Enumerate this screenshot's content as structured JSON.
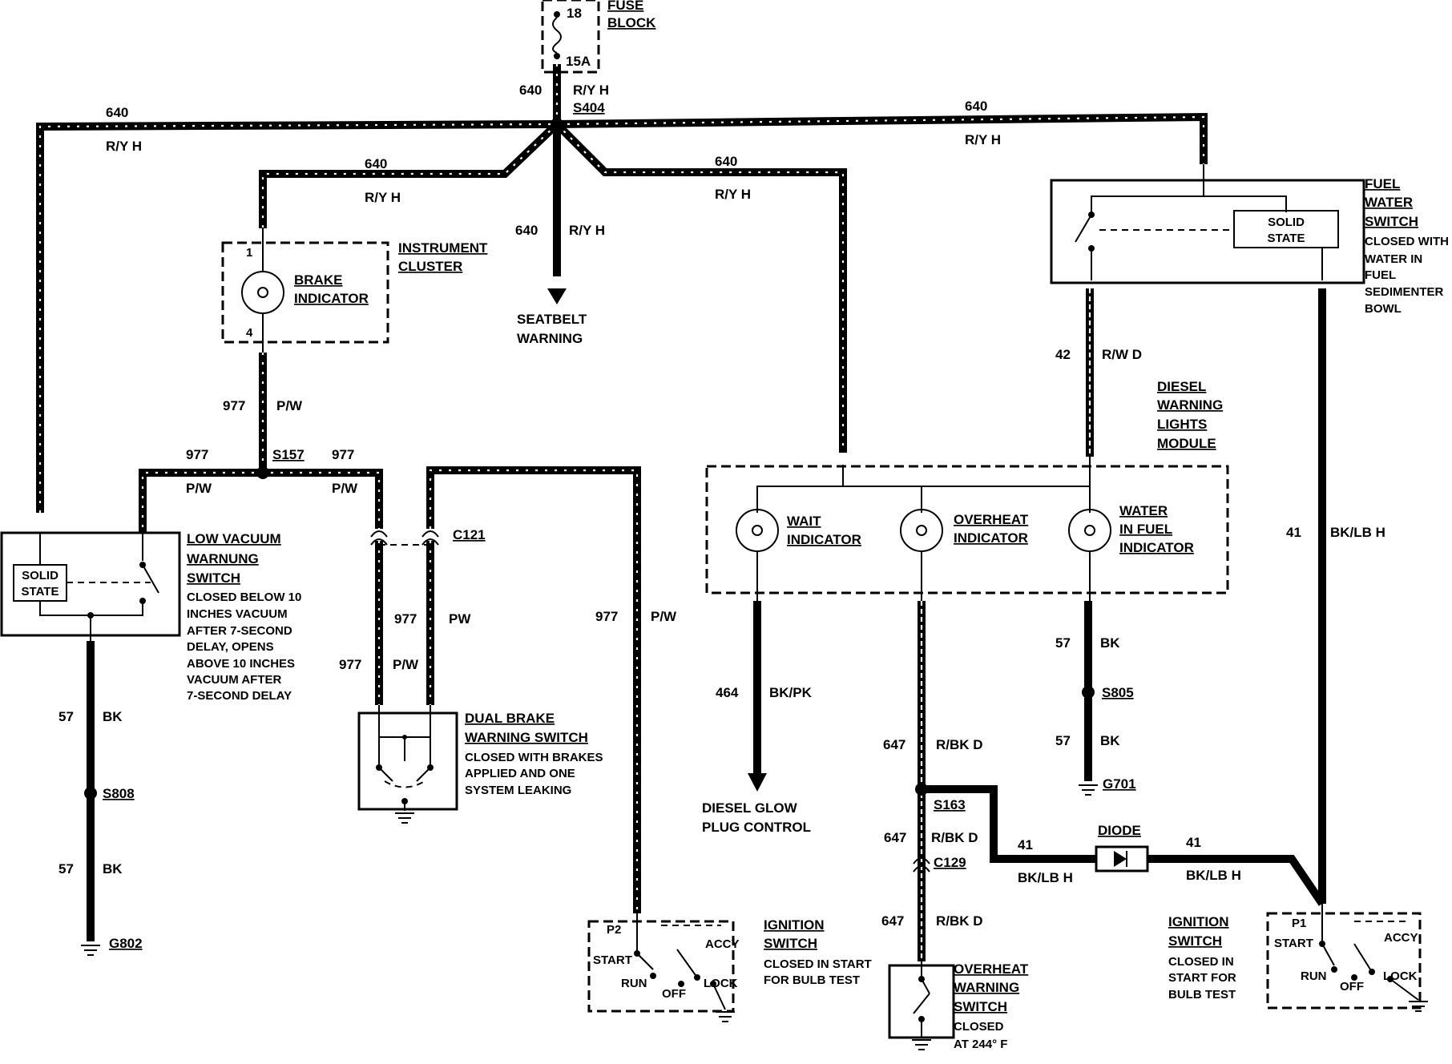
{
  "fuse_block": {
    "label1": "FUSE",
    "label2": "BLOCK",
    "fuse_no": "18",
    "rating": "15A"
  },
  "splices": {
    "s404": "S404",
    "s157": "S157",
    "s808": "S808",
    "s805": "S805",
    "s163": "S163"
  },
  "connectors": {
    "c121": "C121",
    "c129": "C129"
  },
  "grounds": {
    "g802": "G802",
    "g701": "G701"
  },
  "circuits": {
    "c640": "640",
    "ry_h": "R/Y H",
    "c977": "977",
    "pw": "P/W",
    "pw_alt": "PW",
    "c57": "57",
    "bk": "BK",
    "c42": "42",
    "rw_d": "R/W D",
    "c41": "41",
    "bklb_h": "BK/LB H",
    "bklb_h_alt": "BK/LB H",
    "c464": "464",
    "bkpk": "BK/PK",
    "c647": "647",
    "rbk_d": "R/BK D"
  },
  "instrument_cluster": {
    "line1": "INSTRUMENT",
    "line2": "CLUSTER",
    "ind1": "BRAKE",
    "ind2": "INDICATOR",
    "pin1": "1",
    "pin4": "4"
  },
  "seatbelt": {
    "line1": "SEATBELT",
    "line2": "WARNING"
  },
  "glow_plug": {
    "line1": "DIESEL GLOW",
    "line2": "PLUG CONTROL"
  },
  "fuel_water": {
    "title": [
      "FUEL",
      "WATER",
      "SWITCH"
    ],
    "note": [
      "CLOSED WITH",
      "WATER IN",
      "FUEL",
      "SEDIMENTER",
      "BOWL"
    ],
    "solid_state": [
      "SOLID",
      "STATE"
    ]
  },
  "diesel_module": {
    "title": [
      "DIESEL",
      "WARNING",
      "LIGHTS",
      "MODULE"
    ],
    "wait": [
      "WAIT",
      "INDICATOR"
    ],
    "overheat": [
      "OVERHEAT",
      "INDICATOR"
    ],
    "water": [
      "WATER",
      "IN FUEL",
      "INDICATOR"
    ]
  },
  "low_vacuum": {
    "title": [
      "LOW VACUUM",
      "WARNUNG",
      "SWITCH"
    ],
    "note": [
      "CLOSED BELOW 10",
      "INCHES VACUUM",
      "AFTER 7-SECOND",
      "DELAY, OPENS",
      "ABOVE 10 INCHES",
      "VACUUM AFTER",
      "7-SECOND DELAY"
    ],
    "solid_state": [
      "SOLID",
      "STATE"
    ]
  },
  "dual_brake": {
    "title": [
      "DUAL BRAKE",
      "WARNING SWITCH"
    ],
    "note": [
      "CLOSED WITH BRAKES",
      "APPLIED AND ONE",
      "SYSTEM LEAKING"
    ]
  },
  "ignition_left": {
    "title": [
      "IGNITION",
      "SWITCH"
    ],
    "note": [
      "CLOSED IN START",
      "FOR BULB TEST"
    ],
    "pin": "P2",
    "start": "START",
    "run": "RUN",
    "off": "OFF",
    "accy": "ACCY",
    "lock": "LOCK"
  },
  "ignition_right": {
    "title": [
      "IGNITION",
      "SWITCH"
    ],
    "note": [
      "CLOSED IN",
      "START FOR",
      "BULB TEST"
    ],
    "pin": "P1",
    "start": "START",
    "run": "RUN",
    "off": "OFF",
    "accy": "ACCY",
    "lock": "LOCK"
  },
  "overheat_switch": {
    "title": [
      "OVERHEAT",
      "WARNING",
      "SWITCH"
    ],
    "note": [
      "CLOSED",
      "AT 244° F"
    ]
  },
  "diode": "DIODE"
}
